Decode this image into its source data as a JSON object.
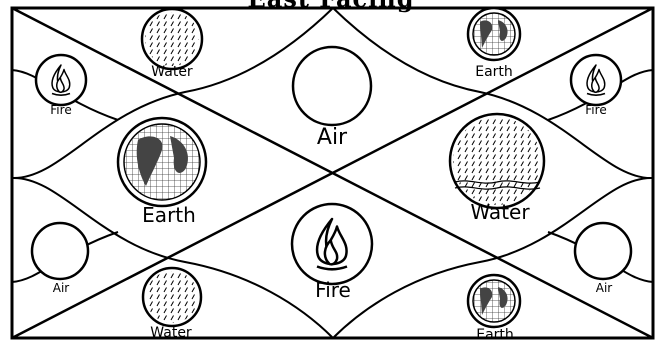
{
  "page_title": "East Facing",
  "labels": {
    "water_top": "Water",
    "earth_top": "Earth",
    "fire_left": "Fire",
    "fire_right": "Fire",
    "air_center": "Air",
    "earth_left": "Earth",
    "water_right": "Water",
    "air_left": "Air",
    "fire_center": "Fire",
    "air_right": "Air",
    "water_bottom": "Water",
    "earth_bottom": "Earth"
  },
  "icons": {
    "water": "water-icon",
    "earth": "globe-icon",
    "fire": "fire-icon",
    "air": "air-icon"
  }
}
